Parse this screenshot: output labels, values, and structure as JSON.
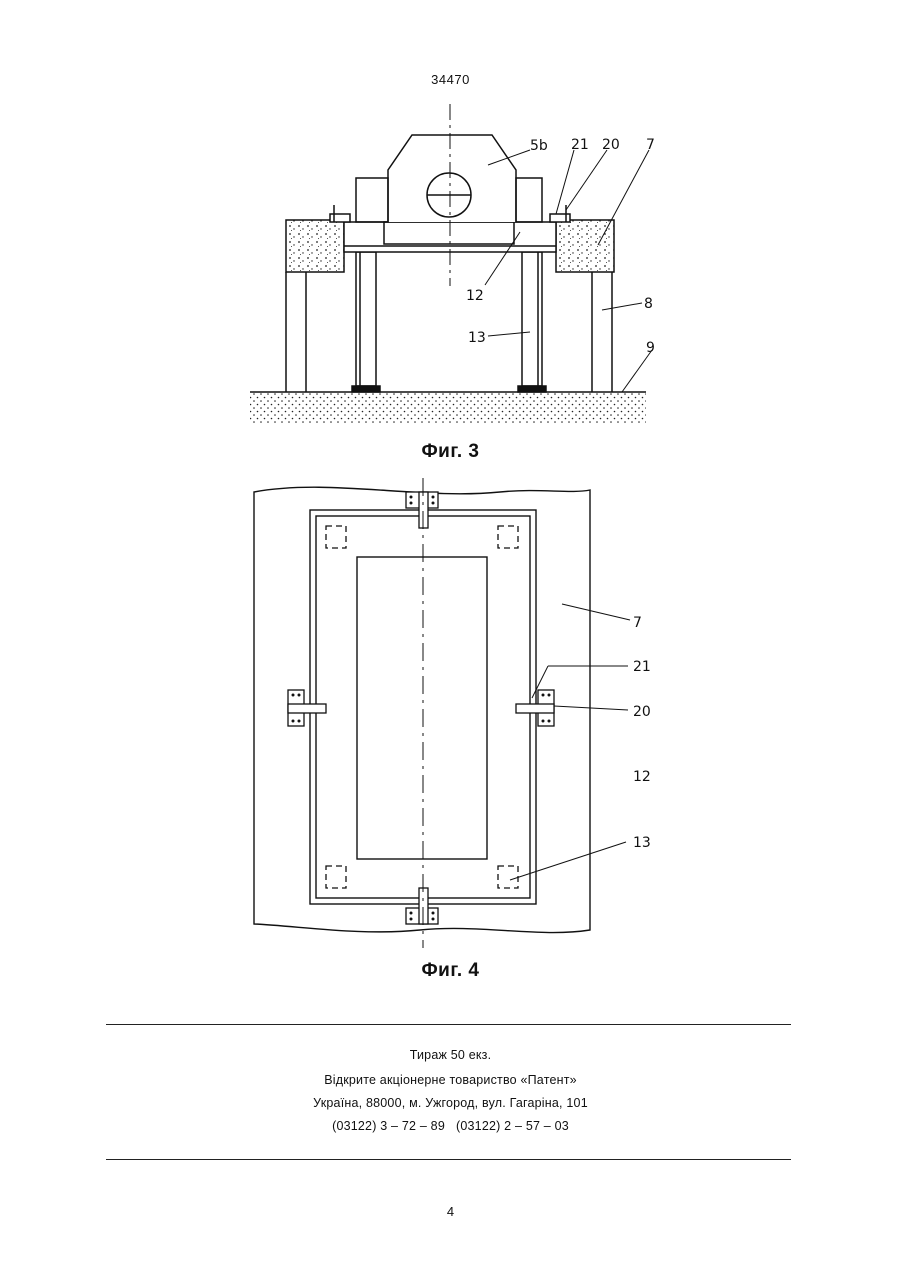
{
  "header": {
    "document_number": "34470"
  },
  "figures": {
    "fig3": {
      "caption": "Фиг. 3",
      "labels": {
        "l5b": "5b",
        "l21": "21",
        "l20": "20",
        "l7": "7",
        "l12": "12",
        "l8": "8",
        "l13": "13",
        "l9": "9"
      }
    },
    "fig4": {
      "caption": "Фиг. 4",
      "labels": {
        "l7": "7",
        "l21": "21",
        "l20": "20",
        "l12": "12",
        "l13": "13"
      }
    }
  },
  "footer": {
    "circulation": "Тираж 50 екз.",
    "publisher": "Відкрите акціонерне товариство «Патент»",
    "address": "Україна, 88000, м. Ужгород, вул. Гагаріна, 101",
    "phones": "(03122) 3 – 72 – 89   (03122) 2 – 57 – 03"
  },
  "page_number": "4"
}
